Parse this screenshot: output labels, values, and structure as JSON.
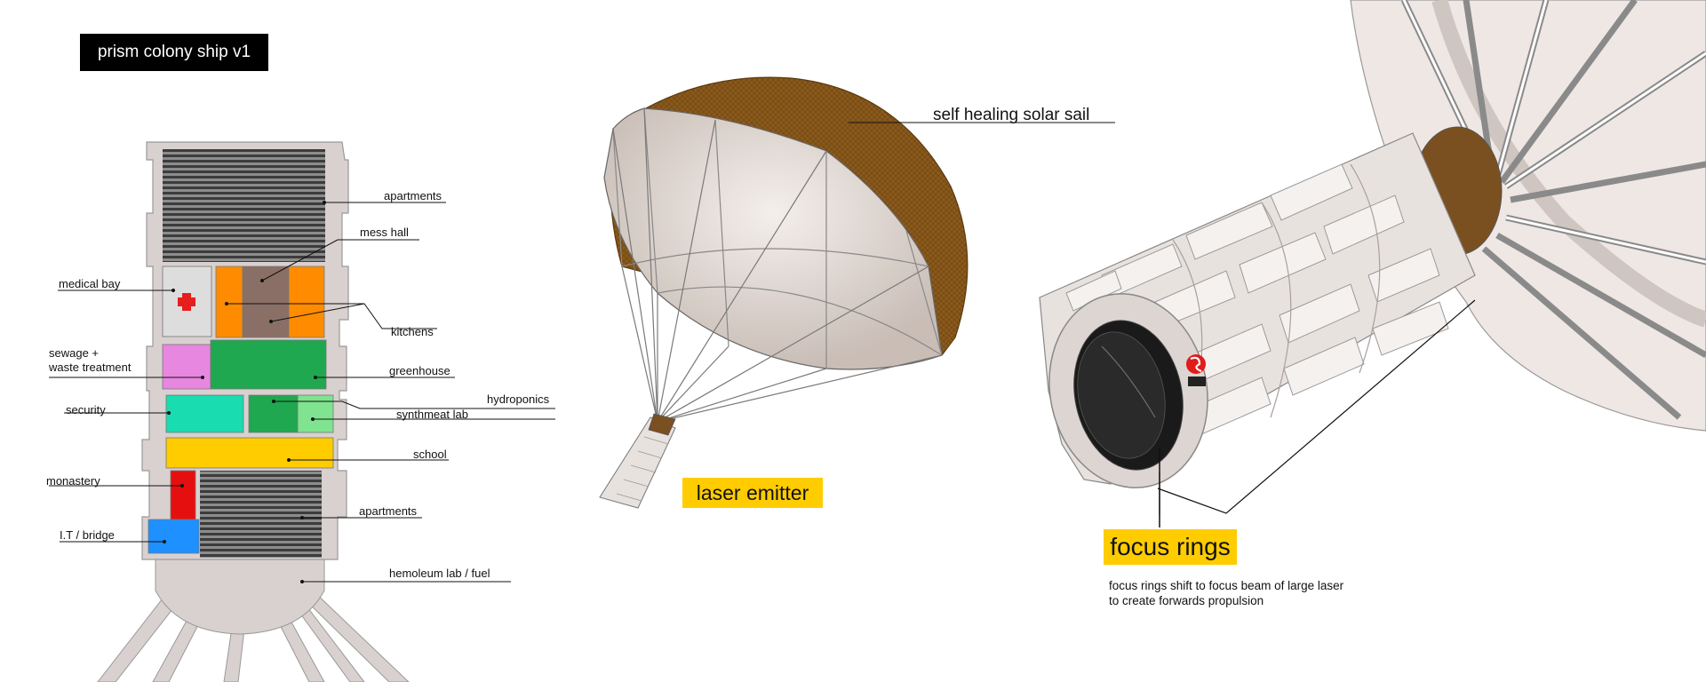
{
  "title": "prism colony ship v1",
  "cross_section": {
    "labels": {
      "apartments_top": "apartments",
      "mess_hall": "mess hall",
      "medical_bay": "medical bay",
      "kitchens": "kitchens",
      "sewage_line1": "sewage +",
      "sewage_line2": "waste treatment",
      "greenhouse": "greenhouse",
      "hydroponics": "hydroponics",
      "security": "security",
      "synthmeat_lab": "synthmeat lab",
      "school": "school",
      "monastery": "monastery",
      "apartments_bottom": "apartments",
      "it_bridge": "I.T / bridge",
      "hemoleum_lab": "hemoleum lab / fuel"
    },
    "colors": {
      "hull": "#d9d1cf",
      "medical": "#dddddd",
      "cross": "#e61e1e",
      "kitchens": "#ff8c00",
      "mess": "#8a6f66",
      "sewage": "#e887e0",
      "greenhouse": "#1fa84f",
      "security": "#19dcb0",
      "synthmeat": "#1fa84f",
      "hydroponics": "#7fe38f",
      "school": "#ffcc00",
      "monastery": "#e60f0f",
      "it_bridge": "#1e90ff",
      "apartments": "#4a4a4a"
    }
  },
  "ship_view": {
    "sail_label": "self healing solar sail",
    "emitter_label": "laser emitter",
    "sail_color": "#8a5a1c"
  },
  "detail_view": {
    "focus_label": "focus rings",
    "description_line1": "focus rings shift  to focus beam of large laser",
    "description_line2": "to create forwards propulsion"
  }
}
